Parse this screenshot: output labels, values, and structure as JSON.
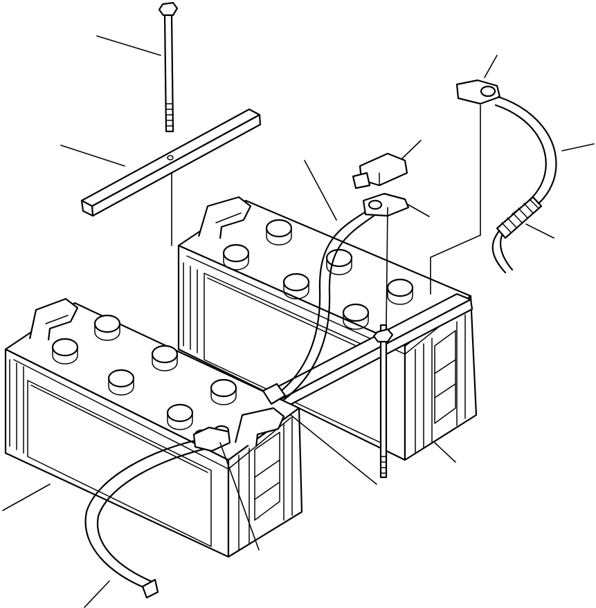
{
  "diagram": {
    "parts": [
      {
        "id": "bolt"
      },
      {
        "id": "hold-down-bar"
      },
      {
        "id": "battery-rear"
      },
      {
        "id": "battery-front"
      },
      {
        "id": "terminal-cover"
      },
      {
        "id": "connector-cable"
      },
      {
        "id": "positive-cable"
      },
      {
        "id": "cable-sleeve"
      },
      {
        "id": "negative-cable"
      },
      {
        "id": "terminal-nut"
      },
      {
        "id": "threaded-rod"
      }
    ]
  }
}
